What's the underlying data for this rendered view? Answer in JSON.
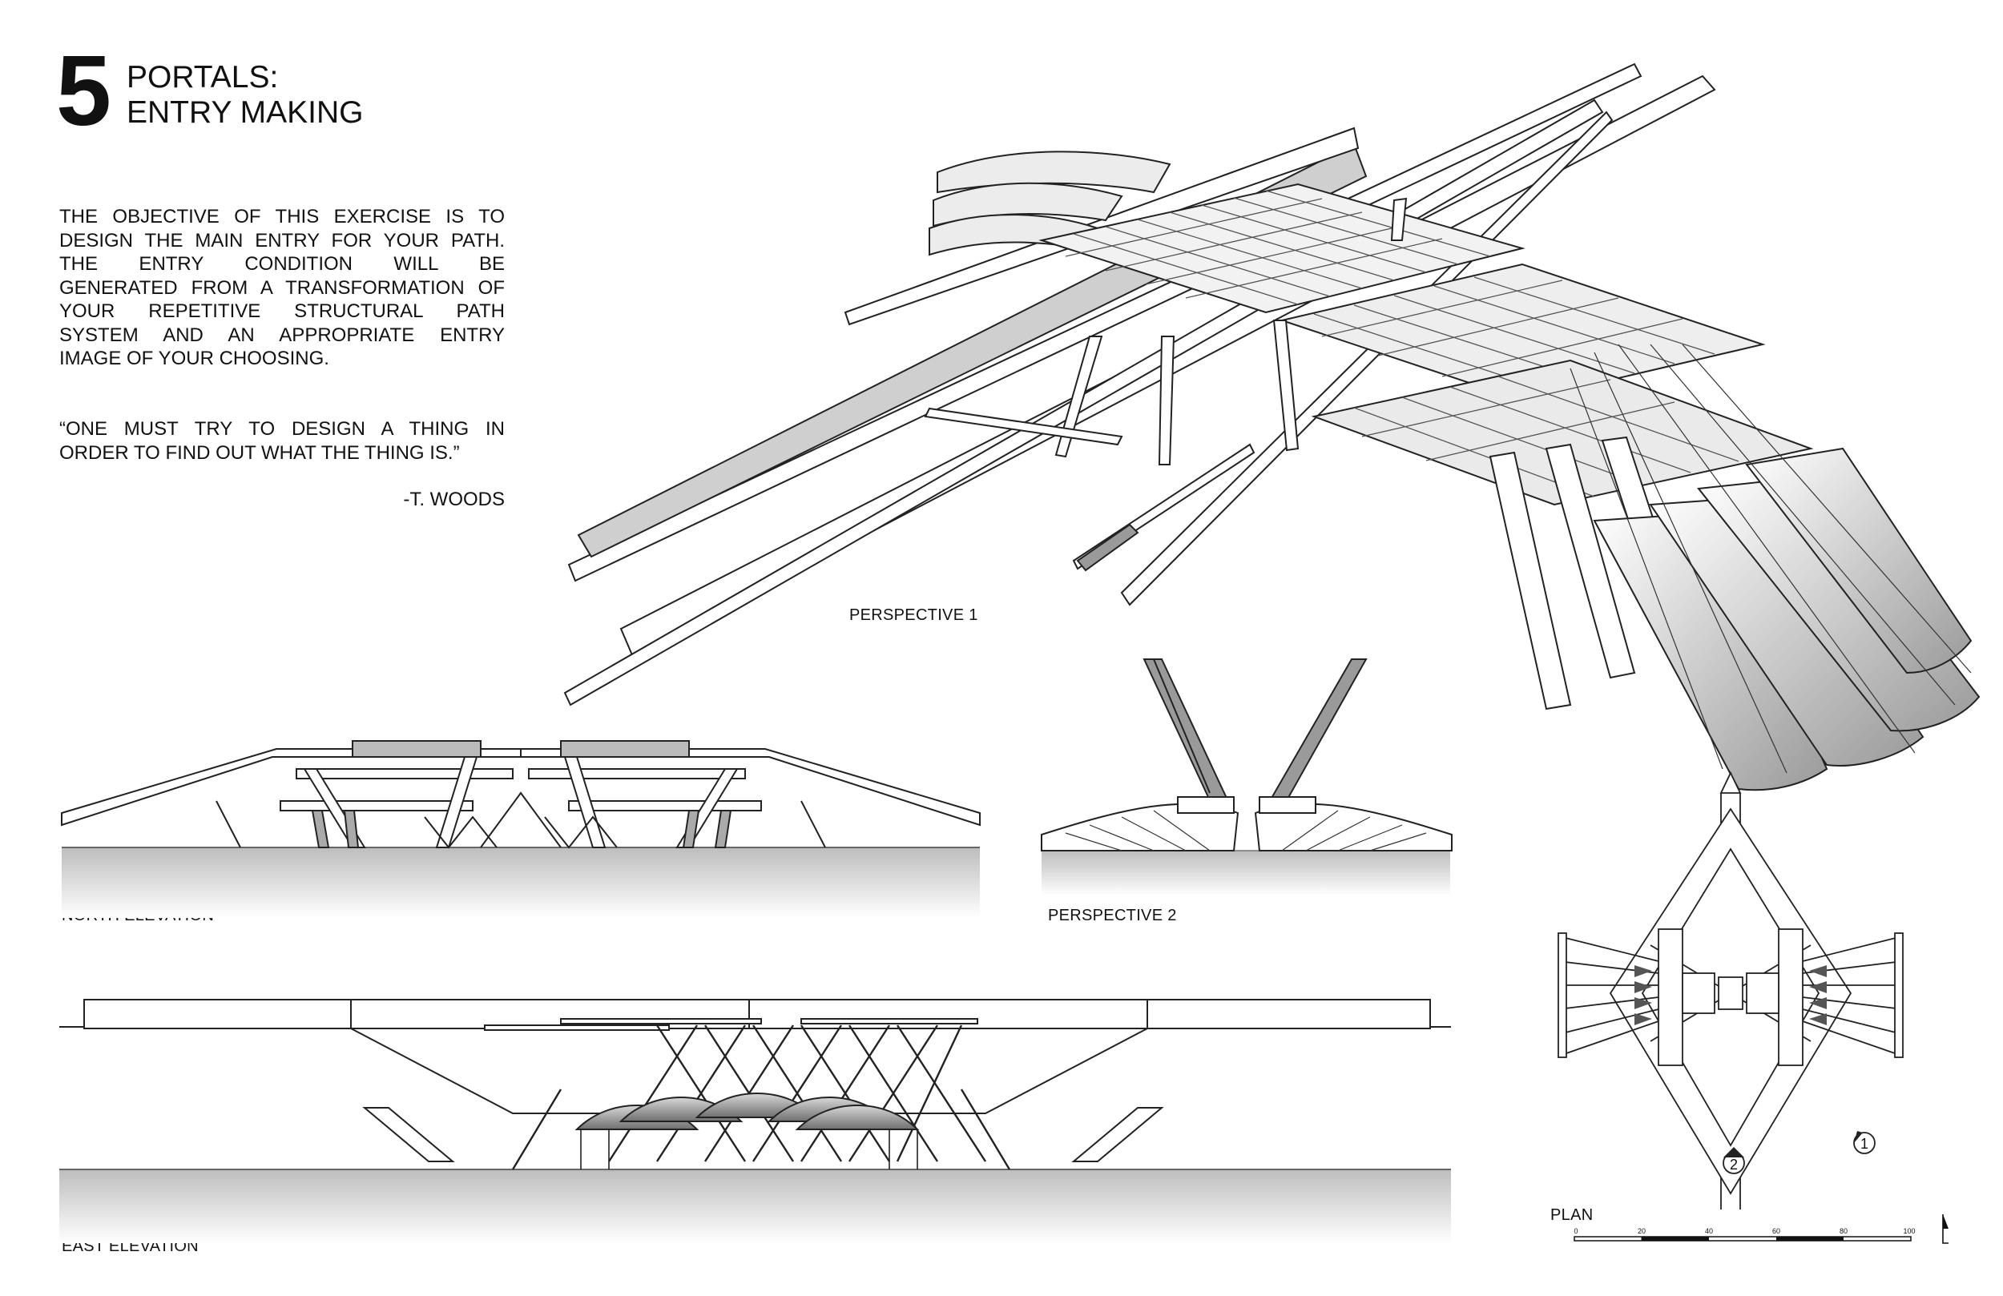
{
  "sheet": {
    "number": "5",
    "title_line1": "PORTALS:",
    "title_line2": "ENTRY MAKING"
  },
  "objective": {
    "lines": [
      "THE OBJECTIVE OF THIS EXERCISE IS TO",
      "DESIGN THE MAIN ENTRY FOR YOUR PATH.",
      "THE ENTRY CONDITION WILL BE",
      "GENERATED FROM A TRANSFORMATION OF",
      "YOUR REPETITIVE STRUCTURAL PATH",
      "SYSTEM AND AN APPROPRIATE ENTRY",
      "IMAGE OF YOUR CHOOSING."
    ]
  },
  "quote": {
    "line1": "“ONE MUST TRY TO DESIGN A THING IN",
    "line2": "ORDER TO FIND OUT WHAT THE THING IS.”",
    "author": "-T. WOODS"
  },
  "labels": {
    "perspective_1": "PERSPECTIVE 1",
    "perspective_2": "PERSPECTIVE 2",
    "north_elevation": "NORTH ELEVATION",
    "east_elevation": "EAST ELEVATION",
    "plan": "PLAN"
  },
  "plan_markers": {
    "marker_1": "1",
    "marker_2": "2"
  },
  "scale_bar": {
    "ticks": [
      "0",
      "20",
      "40",
      "60",
      "80",
      "100"
    ]
  }
}
